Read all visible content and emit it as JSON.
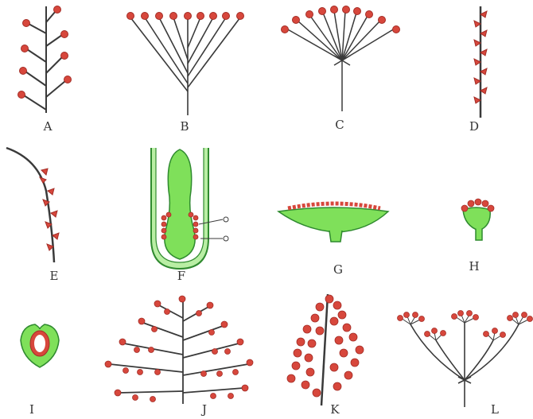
{
  "labels": {
    "A": "A",
    "B": "B",
    "C": "C",
    "D": "D",
    "E": "E",
    "F": "F",
    "G": "G",
    "H": "H",
    "I": "I",
    "J": "J",
    "K": "K",
    "L": "L"
  },
  "colors": {
    "stem": "#3a3a3a",
    "flower_red": "#d7473c",
    "flower_dark": "#a32d26",
    "green": "#7fe05a",
    "green_dark": "#2f8a2f"
  }
}
